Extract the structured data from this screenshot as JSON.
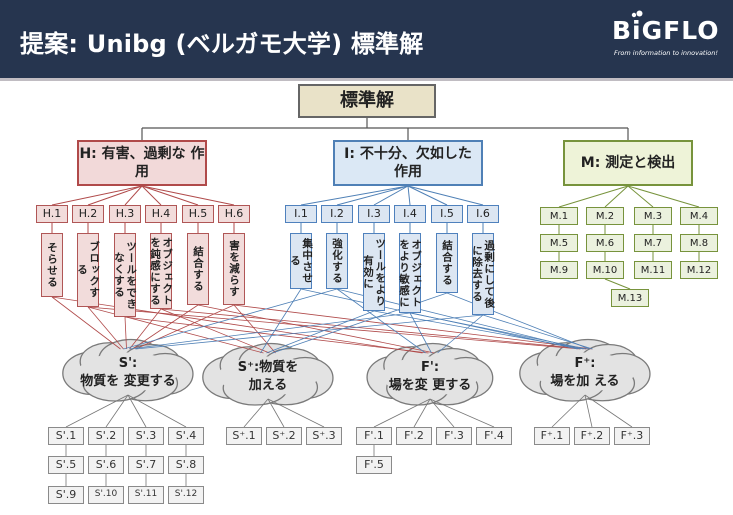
{
  "banner": {
    "title": "提案: Unibg (ベルガモ大学) 標準解",
    "logo": "BiGFLO",
    "logo_tagline": "From information to innovation!",
    "background": "#26354f"
  },
  "diagram": {
    "root": "標準解",
    "categories": {
      "h": {
        "title": "H: 有害、過剰な 作用",
        "color": "#b04a4a"
      },
      "i": {
        "title": "I: 不十分、欠如した 作用",
        "color": "#4f80b6"
      },
      "m": {
        "title": "M: 測定と検出",
        "color": "#77933c"
      }
    },
    "h_items": [
      {
        "id": "H.1",
        "label": "そらせる"
      },
      {
        "id": "H.2",
        "label": "ブロックする"
      },
      {
        "id": "H.3",
        "label": "ツールをできなくする"
      },
      {
        "id": "H.4",
        "label": "オブジェクトを鈍感にする"
      },
      {
        "id": "H.5",
        "label": "結合する"
      },
      {
        "id": "H.6",
        "label": "害を減らす"
      }
    ],
    "i_items": [
      {
        "id": "I.1",
        "label": "集中させる"
      },
      {
        "id": "I.2",
        "label": "強化する"
      },
      {
        "id": "I.3",
        "label": "ツールをより有効に"
      },
      {
        "id": "I.4",
        "label": "オブジェクトをより敏感に"
      },
      {
        "id": "I.5",
        "label": "結合する"
      },
      {
        "id": "I.6",
        "label": "過剰にして後に除去する"
      }
    ],
    "m_items": [
      "M.1",
      "M.2",
      "M.3",
      "M.4",
      "M.5",
      "M.6",
      "M.7",
      "M.8",
      "M.9",
      "M.10",
      "M.11",
      "M.12",
      "M.13"
    ],
    "clouds": [
      {
        "title": "S': 物質を 変更する"
      },
      {
        "title": "S⁺:物質を 加える"
      },
      {
        "title": "F': 場を変 更する"
      },
      {
        "title": "F⁺: 場を加 える"
      }
    ],
    "s1_leaves": [
      "S'.1",
      "S'.2",
      "S'.3",
      "S'.4",
      "S'.5",
      "S'.6",
      "S'.7",
      "S'.8",
      "S'.9",
      "S'.10",
      "S'.11",
      "S'.12"
    ],
    "s2_leaves": [
      "S⁺.1",
      "S⁺.2",
      "S⁺.3"
    ],
    "f1_leaves": [
      "F'.1",
      "F'.2",
      "F'.3",
      "F'.4",
      "F'.5"
    ],
    "f2_leaves": [
      "F⁺.1",
      "F⁺.2",
      "F⁺.3"
    ]
  }
}
